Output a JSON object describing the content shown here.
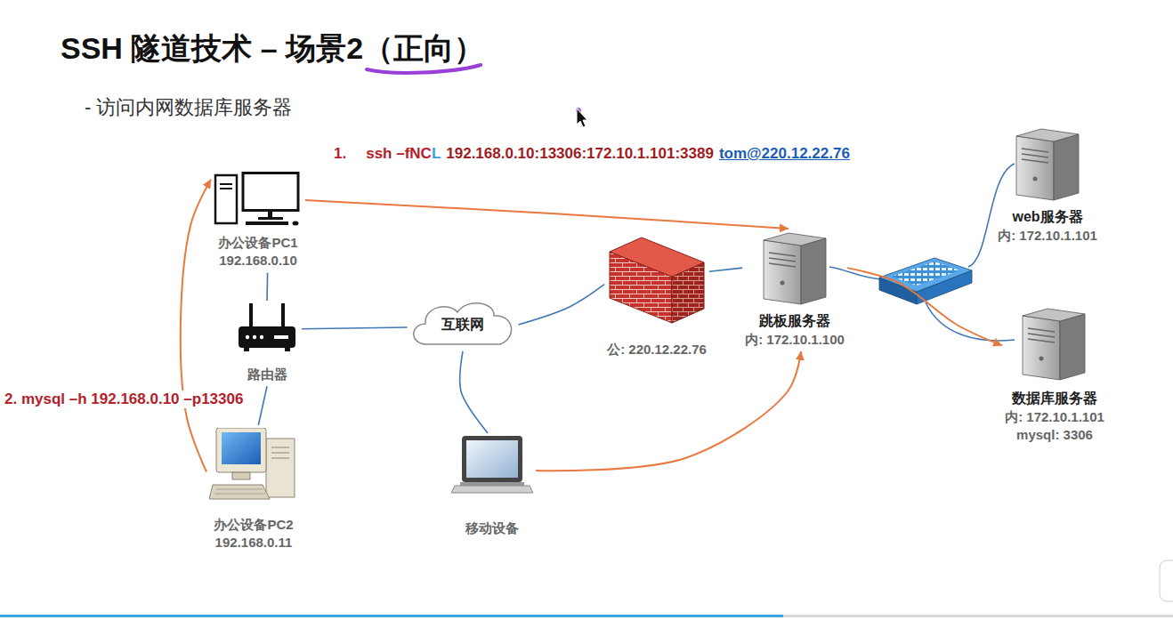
{
  "diagram": {
    "title": "SSH 隧道技术 – 场景2（正向）",
    "nodes": [
      {
        "text": [
          "办公设备PC1",
          "192.168.0.10"
        ]
      },
      {
        "text": [
          "路由器"
        ]
      },
      {
        "text": [
          "办公设备PC2",
          "192.168.0.11"
        ]
      },
      {
        "text": [
          "互联网"
        ]
      },
      {
        "text": [
          "公: 220.12.22.76"
        ]
      },
      {
        "text": [
          "移动设备"
        ]
      },
      {
        "text": [
          "跳板服务器",
          "内: 172.10.1.100"
        ]
      },
      {
        "text": [
          "web服务器",
          "内: 172.10.1.101"
        ]
      },
      {
        "text": [
          "数据库服务器",
          "内: 172.10.1.101",
          "mysql: 3306"
        ]
      }
    ],
    "edges": [
      {
        "from": 0,
        "to": 6,
        "arrow": "to"
      },
      {
        "from": 2,
        "to": 0,
        "arrow": "to"
      },
      {
        "from": 5,
        "to": 6,
        "arrow": "to"
      },
      {
        "from": 6,
        "to": 8,
        "arrow": "to"
      },
      {
        "from": 0,
        "to": 1,
        "arrow": "none"
      },
      {
        "from": 1,
        "to": 2,
        "arrow": "none"
      },
      {
        "from": 1,
        "to": 3,
        "arrow": "none"
      },
      {
        "from": 3,
        "to": 4,
        "arrow": "none"
      },
      {
        "from": 3,
        "to": 5,
        "arrow": "none"
      },
      {
        "from": 4,
        "to": 6,
        "arrow": "none"
      }
    ],
    "labels": [
      "- 访问内网数据库服务器",
      "1.",
      "ssh –fNC",
      "L",
      "192.168.0.10:13306:172.10.1.101:3389",
      "tom@220.12.22.76",
      "2. mysql –h 192.168.0.10 –p13306"
    ]
  }
}
